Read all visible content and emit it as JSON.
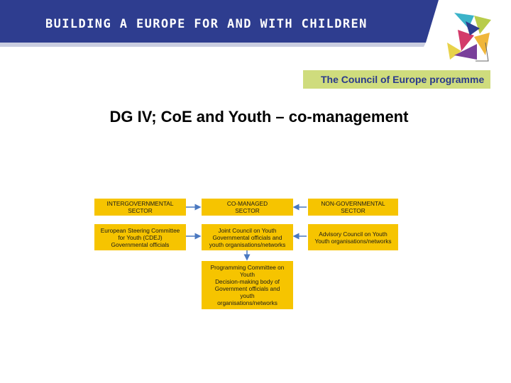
{
  "banner": {
    "title": "BUILDING A EUROPE FOR AND WITH CHILDREN",
    "programme": "The Council of Europe programme",
    "colors": {
      "blue": "#2e3d8f",
      "green": "#cfdc7d"
    }
  },
  "slide": {
    "title": "DG IV; CoE and Youth – co-management"
  },
  "diagram": {
    "intergovernmental_sector": "INTERGOVERNMENTAL\nSECTOR",
    "co_managed_sector": "CO-MANAGED\nSECTOR",
    "non_governmental_sector": "NON-GOVERNMENTAL\nSECTOR",
    "cdej": "European Steering Committee\nfor Youth (CDEJ)\nGovernmental officials",
    "joint_council": "Joint Council on Youth\nGovernmental officials and\nyouth organisations/networks",
    "advisory_council": "Advisory Council on Youth\nYouth organisations/networks",
    "programming_committee": "Programming Committee on\nYouth\nDecision-making body of\nGovernment officials and\nyouth\norganisations/networks",
    "colors": {
      "box": "#f6c400",
      "arrow": "#4a78c0"
    }
  }
}
